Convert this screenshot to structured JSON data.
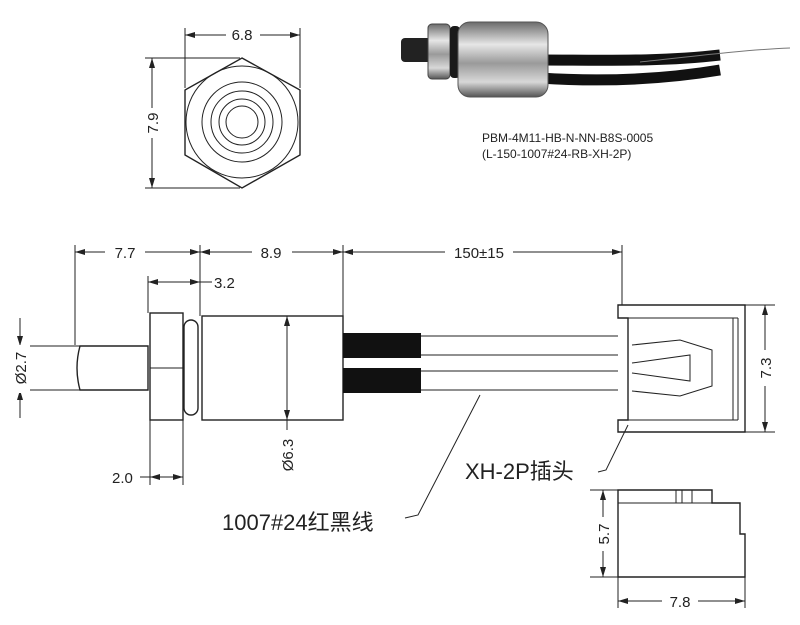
{
  "product": {
    "part_number": "PBM-4M11-HB-N-NN-B8S-0005",
    "part_spec": "(L-150-1007#24-RB-XH-2P)"
  },
  "dimensions": {
    "hex_width": "6.8",
    "hex_height": "7.9",
    "plunger_length": "7.7",
    "body_length": "8.9",
    "cable_length": "150±15",
    "thread_length": "3.2",
    "plunger_dia": "Ø2.7",
    "body_dia": "Ø6.3",
    "nut_thickness": "2.0",
    "connector_height": "7.3",
    "connector_side_height": "5.7",
    "connector_width": "7.8"
  },
  "labels": {
    "connector": "XH-2P插头",
    "wire": "1007#24红黑线"
  }
}
